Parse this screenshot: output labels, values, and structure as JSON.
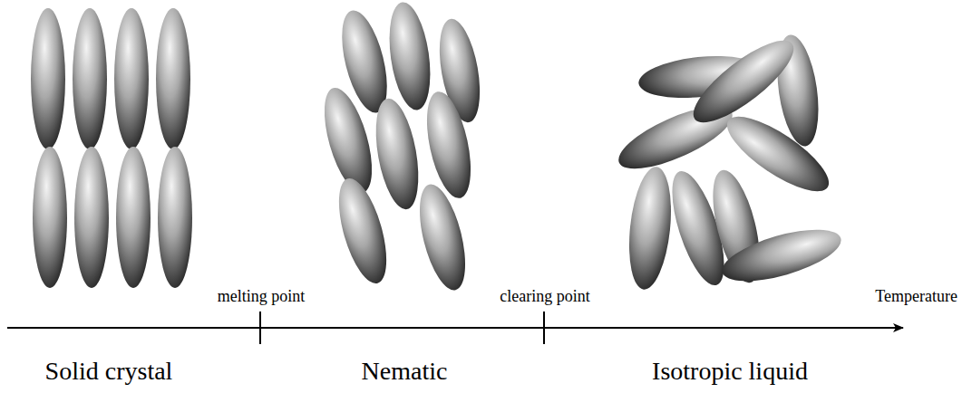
{
  "diagram": {
    "labels": [
      "melting point",
      "clearing point",
      "Temperature",
      "Solid crystal",
      "Nematic",
      "Isotropic liquid"
    ]
  }
}
